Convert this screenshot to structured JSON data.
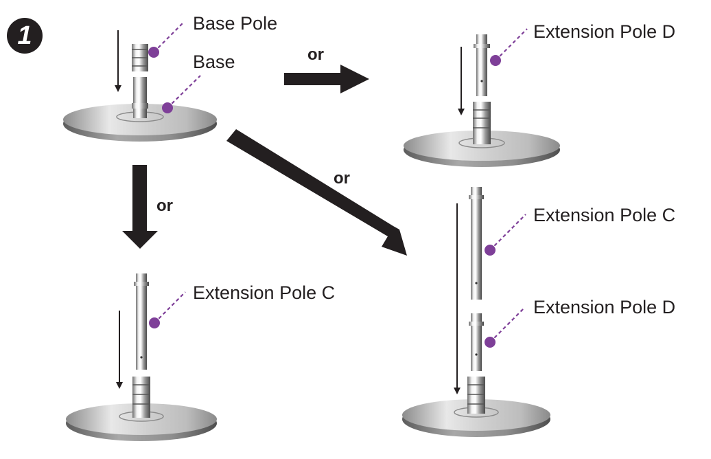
{
  "step": {
    "number": "1"
  },
  "connector": {
    "or": "or"
  },
  "labels": {
    "base_pole": "Base Pole",
    "base": "Base",
    "top_right_pole": "Extension Pole D",
    "bottom_left_pole": "Extension Pole C",
    "bottom_right_upper_pole": "Extension Pole C",
    "bottom_right_lower_pole": "Extension Pole D"
  },
  "colors": {
    "callout_dot": "#7e3f98",
    "arrow": "#231f20",
    "text": "#231f20"
  }
}
